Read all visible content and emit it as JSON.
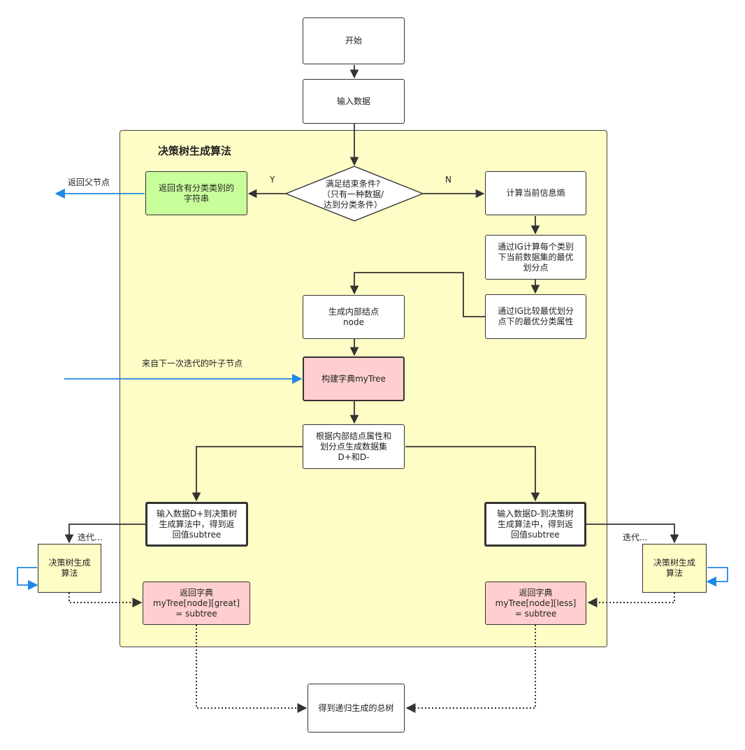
{
  "container": {
    "title": "决策树生成算法"
  },
  "nodes": {
    "start": "开始",
    "input": "输入数据",
    "decision": "满足结束条件?\n（只有一种数据/\n达到分类条件）",
    "return_leaf": "返回含有分类类别的\n字符串",
    "calc_entropy": "计算当前信息熵",
    "best_split": "通过IG计算每个类别\n下当前数据集的最优\n划分点",
    "best_attr": "通过IG比较最优划分\n点下的最优分类属性",
    "internal_node": "生成内部结点\nnode",
    "build_dict": "构建字典myTree",
    "gen_sets": "根据内部结点属性和\n划分点生成数据集\nD+和D-",
    "left_input": "输入数据D+到决策树\n生成算法中，得到返\n回值subtree",
    "right_input": "输入数据D-到决策树\n生成算法中，得到返\n回值subtree",
    "left_algo": "决策树生成\n算法",
    "right_algo": "决策树生成\n算法",
    "left_return": "返回字典\nmyTree[node][great]\n= subtree",
    "right_return": "返回字典\nmyTree[node][less]\n= subtree",
    "final": "得到递归生成的总树"
  },
  "labels": {
    "yes": "Y",
    "no": "N",
    "return_parent": "返回父节点",
    "from_next_leaf": "来自下一次迭代的叶子节点",
    "iterate_left": "迭代...",
    "iterate_right": "迭代..."
  },
  "colors": {
    "container_fill": "#fffdc6",
    "leaf_fill": "#c9ff9b",
    "dict_fill": "#ffcfcf",
    "blue_arrow": "#1e88e5",
    "line": "#333333"
  }
}
